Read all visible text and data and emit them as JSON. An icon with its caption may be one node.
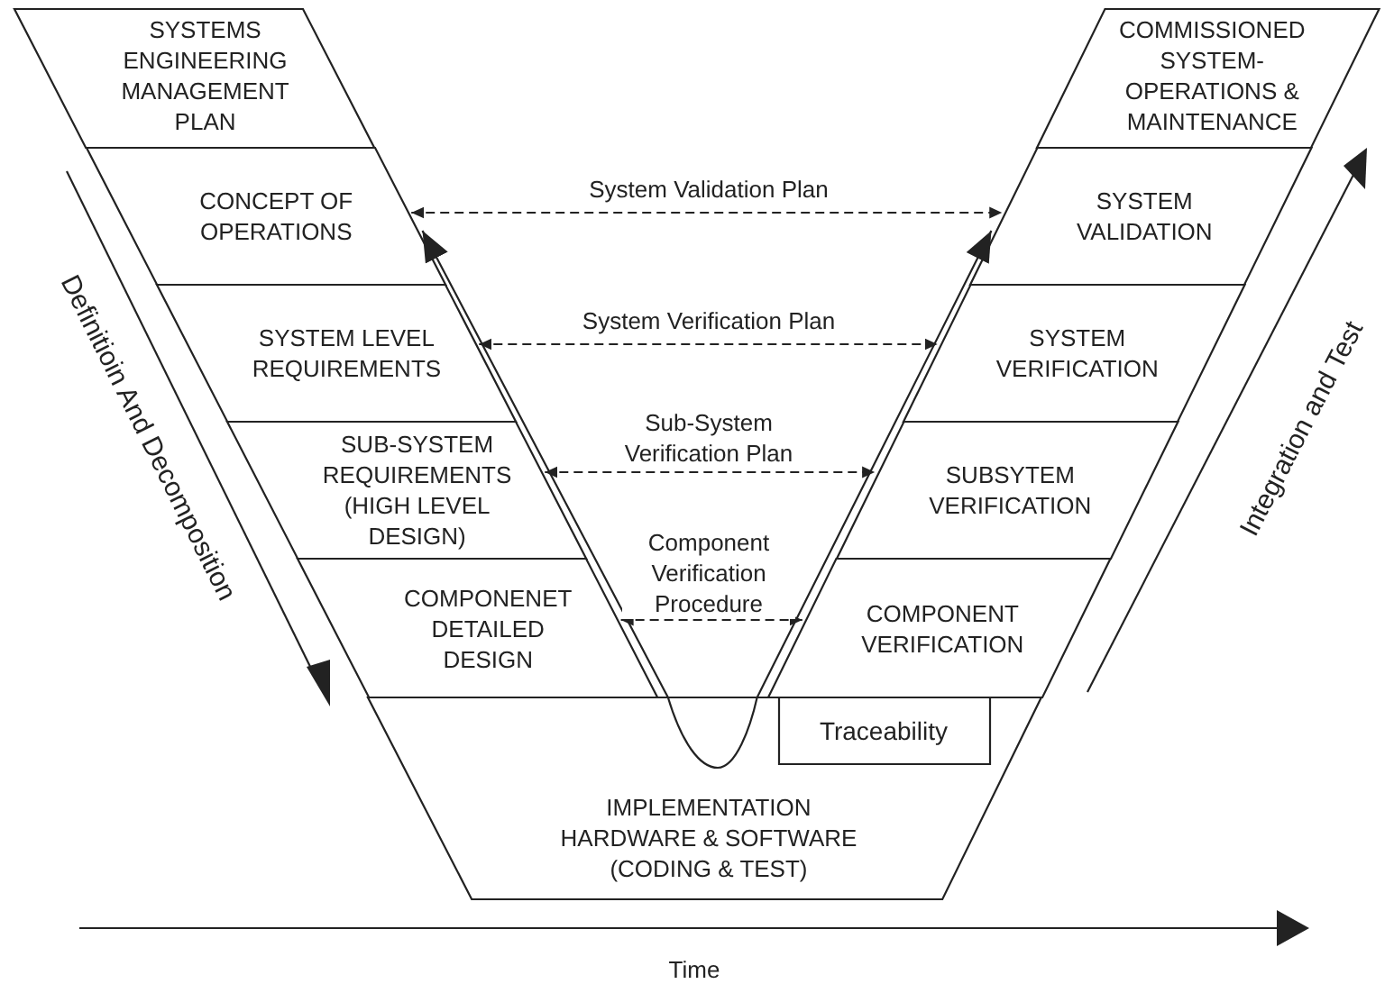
{
  "diagram": {
    "nodes": [
      {
        "text": [
          "SYSTEMS ENGINEERING MANAGEMENT PLAN"
        ]
      },
      {
        "text": [
          "CONCEPT OF OPERATIONS"
        ]
      },
      {
        "text": [
          "SYSTEM LEVEL REQUIREMENTS"
        ]
      },
      {
        "text": [
          "SUB-SYSTEM REQUIREMENTS (HIGH LEVEL DESIGN)"
        ]
      },
      {
        "text": [
          "COMPONENET DETAILED DESIGN"
        ]
      },
      {
        "text": [
          "COMMISSIONED SYSTEM- OPERATIONS & MAINTENANCE"
        ]
      },
      {
        "text": [
          "SYSTEM VALIDATION"
        ]
      },
      {
        "text": [
          "SYSTEM VERIFICATION"
        ]
      },
      {
        "text": [
          "SUBSYTEM VERIFICATION"
        ]
      },
      {
        "text": [
          "COMPONENT VERIFICATION"
        ]
      },
      {
        "text": [
          "IMPLEMENTATION HARDWARE & SOFTWARE (CODING & TEST)"
        ]
      },
      {
        "text": [
          "Traceability"
        ],
        "in": 10
      }
    ],
    "edges": [
      {
        "from": 1,
        "to": 6,
        "arrow": "both",
        "label": "System Validation Plan",
        "style": "dashed"
      },
      {
        "from": 2,
        "to": 7,
        "arrow": "both",
        "label": "System Verification Plan",
        "style": "dashed"
      },
      {
        "from": 3,
        "to": 8,
        "arrow": "both",
        "label": "Sub-System Verification Plan",
        "style": "dashed"
      },
      {
        "from": 4,
        "to": 9,
        "arrow": "both",
        "label": "Component Verification Procedure",
        "style": "dashed"
      },
      {
        "from": 1,
        "to": 6,
        "arrow": "both"
      }
    ],
    "labels": [
      "Definitioin And Decomposition",
      "Integration and Test",
      "Time"
    ]
  }
}
